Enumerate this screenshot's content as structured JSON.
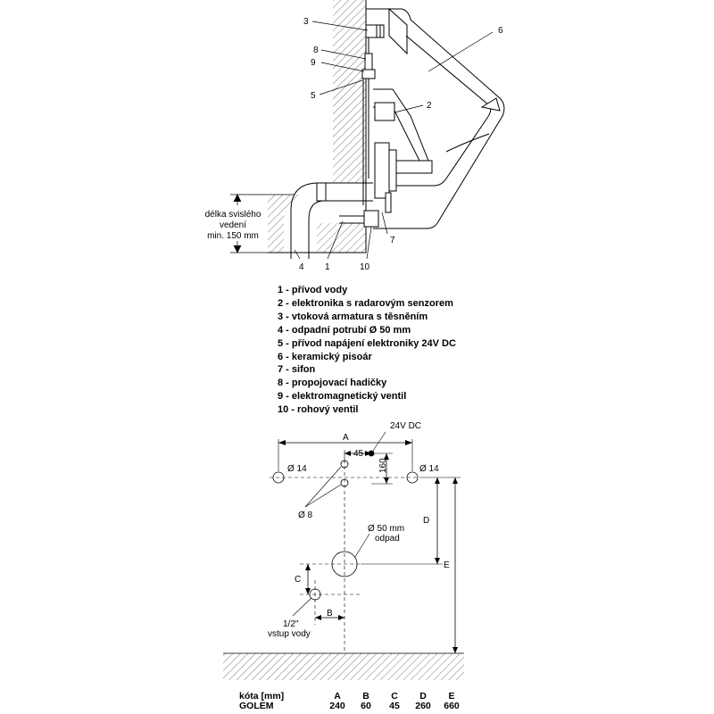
{
  "side_view": {
    "callouts": [
      "1",
      "2",
      "3",
      "4",
      "5",
      "6",
      "7",
      "8",
      "9",
      "10"
    ],
    "vertical_length_label": [
      "délka svislého",
      "vedení",
      "min. 150 mm"
    ]
  },
  "legend": [
    "1 - přívod vody",
    "2 - elektronika s radarovým senzorem",
    "3 - vtoková armatura s těsněním",
    "4 - odpadní potrubí Ø 50 mm",
    "5 - přívod napájení elektroniky 24V DC",
    "6 - keramický pisoár",
    "7 - sifon",
    "8 - propojovací hadičky",
    "9 - elektromagnetický ventil",
    "10 - rohový ventil"
  ],
  "plan": {
    "power_label": "24V DC",
    "dim_A": "A",
    "dim_45": "45",
    "dim_160": "160",
    "hole14_left": "Ø 14",
    "hole14_right": "Ø 14",
    "hole8": "Ø 8",
    "drain": [
      "Ø 50 mm",
      "odpad"
    ],
    "dim_C": "C",
    "dim_B": "B",
    "dim_D": "D",
    "dim_E": "E",
    "water_inlet": [
      "1/2\"",
      "vstup vody"
    ]
  },
  "table": {
    "header_label": "kóta [mm]",
    "columns": [
      "A",
      "B",
      "C",
      "D",
      "E"
    ],
    "row_label": "GOLEM",
    "values": [
      "240",
      "60",
      "45",
      "260",
      "660"
    ]
  }
}
